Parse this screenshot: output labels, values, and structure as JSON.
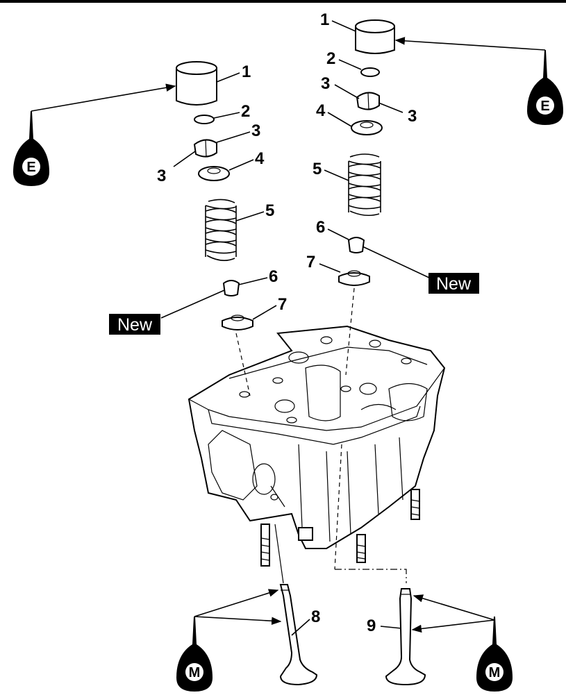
{
  "callouts": {
    "c1": "1",
    "c2": "2",
    "c3": "3",
    "c4": "4",
    "c5": "5",
    "c6": "6",
    "c7": "7",
    "c8": "8",
    "c9": "9"
  },
  "badges": {
    "new": "New"
  },
  "oil_symbols": {
    "engine_oil": "E",
    "molybdenum_disulfide_oil": "M"
  },
  "colors": {
    "ink": "#000000",
    "background": "#ffffff"
  }
}
